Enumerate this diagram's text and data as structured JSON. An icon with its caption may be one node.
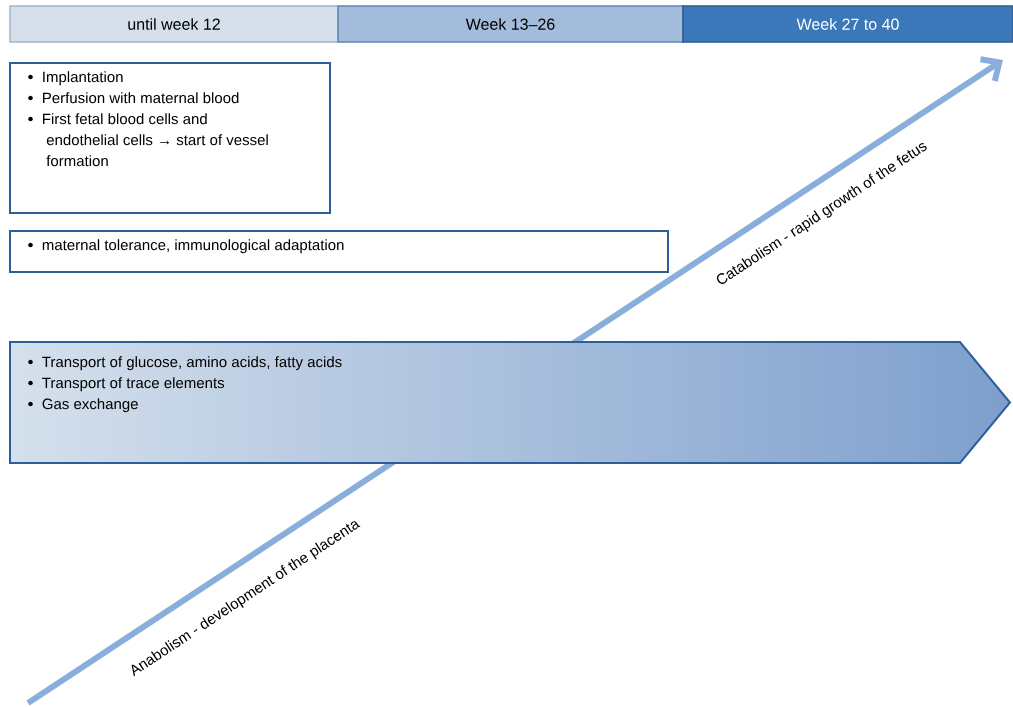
{
  "diagram": {
    "nodes": [
      {
        "text": [
          "until week 12"
        ]
      },
      {
        "text": [
          "Week 13–26"
        ]
      },
      {
        "text": [
          "Week 27 to 40"
        ]
      },
      {
        "text": [
          "Implantation",
          "Perfusion with maternal blood",
          "First fetal blood cells and endothelial cells → start of vessel formation"
        ]
      },
      {
        "text": [
          "maternal tolerance, immunological adaptation"
        ]
      },
      {
        "text": [
          "Transport of glucose, amino acids, fatty acids",
          "Transport of trace elements",
          "Gas exchange"
        ]
      }
    ],
    "labels": [
      "Anabolism - development of the placenta",
      "Catabolism - rapid growth of the fetus"
    ]
  }
}
